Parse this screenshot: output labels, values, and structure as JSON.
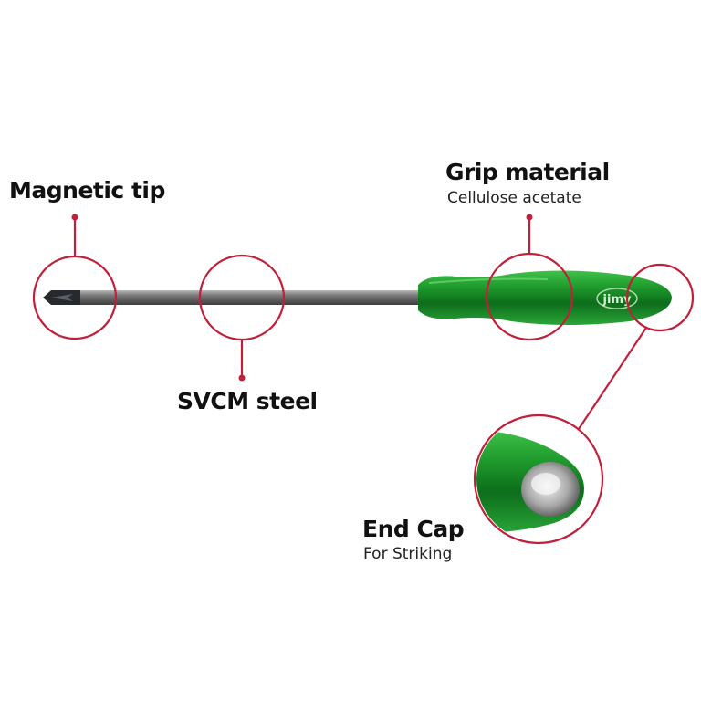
{
  "callouts": {
    "tip": {
      "title": "Magnetic tip"
    },
    "shaft": {
      "title": "SVCM steel"
    },
    "grip": {
      "title": "Grip material",
      "subtitle": "Cellulose acetate"
    },
    "cap": {
      "title": "End Cap",
      "subtitle": "For Striking"
    }
  },
  "brand_logo": "jimy",
  "colors": {
    "accent": "#c0203a",
    "handle": "#1f9a2c",
    "shaft": "#6a6a6a"
  }
}
